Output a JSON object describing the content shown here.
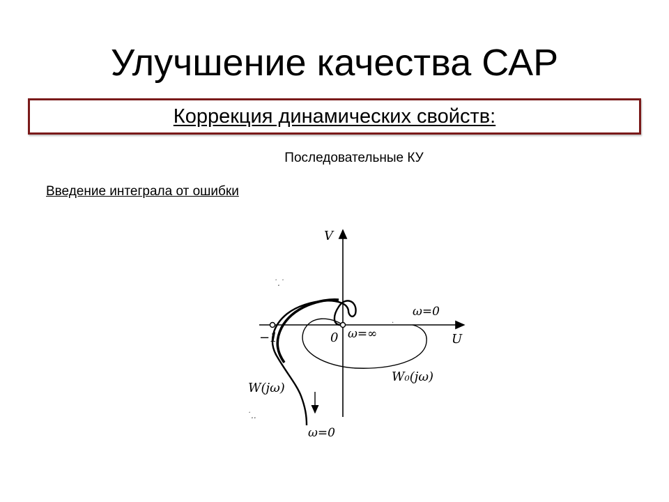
{
  "slide": {
    "title": "Улучшение качества САР",
    "subtitle": "Коррекция динамических свойств:",
    "section_heading": "Последовательные КУ",
    "method_label": "Введение интеграла от ошибки"
  },
  "diagram": {
    "axis_labels": {
      "vertical": "V",
      "horizontal": "U"
    },
    "point_labels": {
      "minus_one": "−1",
      "origin": "0"
    },
    "curve_labels": {
      "corrected": "W(jω)",
      "uncorrected": "W₀(jω)",
      "omega_zero_right": "ω=0",
      "omega_infinity": "ω=∞",
      "omega_zero_bottom": "ω=0"
    },
    "colors": {
      "frame": "#7a1a1a",
      "ink": "#000000"
    }
  }
}
